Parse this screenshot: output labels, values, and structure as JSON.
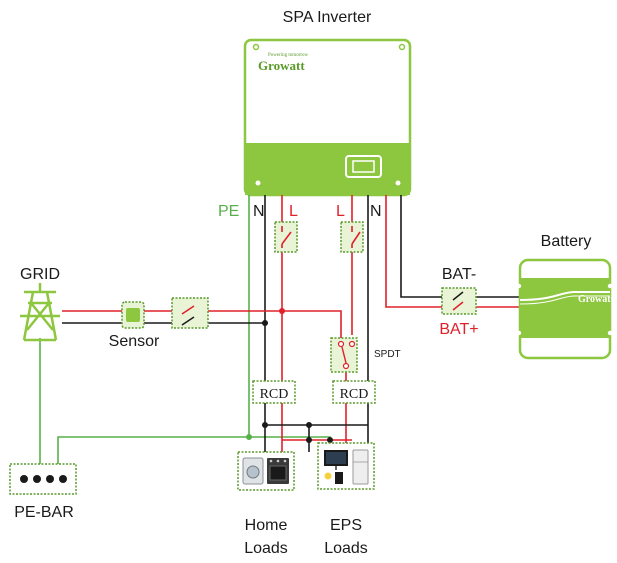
{
  "labels": {
    "inverter": "SPA Inverter",
    "brand": "Growatt",
    "tagline": "Powering tomorrow",
    "pe": "PE",
    "n_left": "N",
    "l_left": "L",
    "l_right": "L",
    "n_right": "N",
    "grid": "GRID",
    "sensor": "Sensor",
    "battery": "Battery",
    "bat_minus": "BAT-",
    "bat_plus": "BAT+",
    "spdt": "SPDT",
    "rcd_left": "RCD",
    "rcd_right": "RCD",
    "pe_bar": "PE-BAR",
    "home_loads_1": "Home",
    "home_loads_2": "Loads",
    "eps_loads_1": "EPS",
    "eps_loads_2": "Loads"
  },
  "colors": {
    "green": "#8dc63f",
    "green_dark": "#5a9a2a",
    "pe_green": "#58b04a",
    "red": "#e0202a",
    "black": "#1a1a1a",
    "switch_fill": "#e9f3d6"
  }
}
